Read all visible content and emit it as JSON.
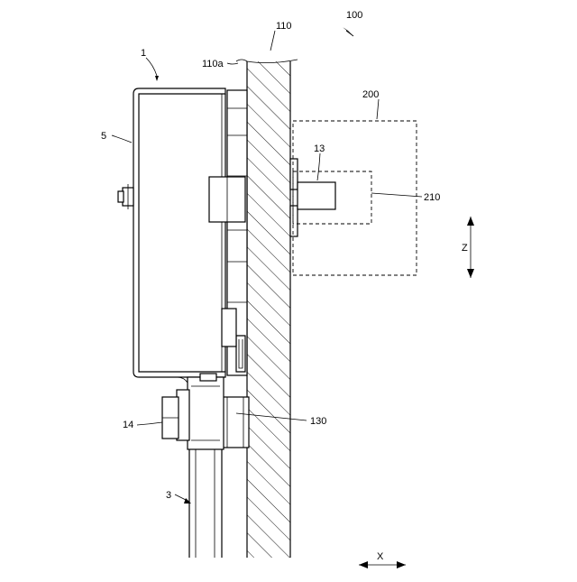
{
  "labels": {
    "system": "100",
    "wall": "110",
    "wall_surface": "110a",
    "device": "1",
    "case": "5",
    "region_outer": "200",
    "part_13": "13",
    "region_inner": "210",
    "axis_z": "Z",
    "part_14": "14",
    "part_130": "130",
    "cable": "3",
    "axis_x": "X"
  }
}
